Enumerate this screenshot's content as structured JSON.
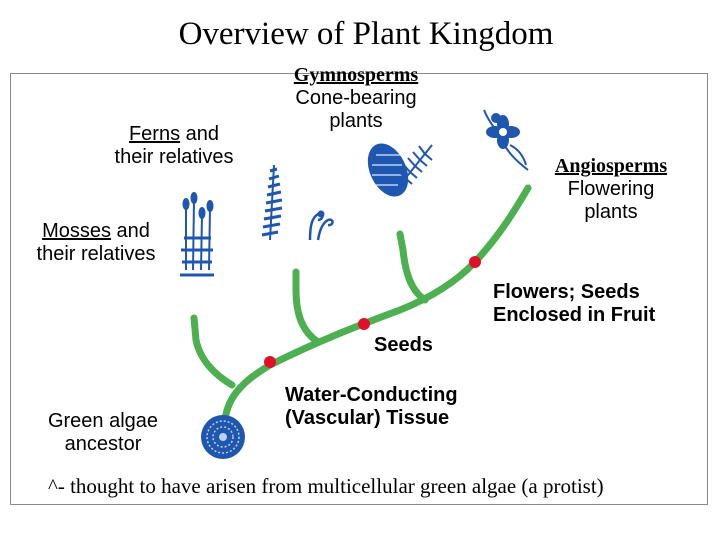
{
  "title": "Overview of Plant Kingdom",
  "groups": {
    "gymnosperms": {
      "name": "Gymnosperms",
      "desc_line1": "Cone-bearing",
      "desc_line2": "plants"
    },
    "ferns": {
      "name": "Ferns",
      "suffix": " and",
      "line2": "their relatives"
    },
    "angiosperms": {
      "name": "Angiosperms",
      "desc_line1": "Flowering",
      "desc_line2": "plants"
    },
    "mosses": {
      "name": "Mosses",
      "suffix": " and",
      "line2": "their relatives"
    },
    "algae": {
      "line1": "Green algae",
      "line2": "ancestor"
    }
  },
  "innovations": {
    "flowers_line1": "Flowers; Seeds",
    "flowers_line2": "Enclosed in Fruit",
    "seeds": "Seeds",
    "vascular_line1": "Water-Conducting",
    "vascular_line2": "(Vascular) Tissue"
  },
  "footnote": "^- thought to have arisen from multicellular green algae (a protist)",
  "colors": {
    "branch": "#4caf50",
    "node": "#e0102a",
    "illustration": "#1f57b0"
  }
}
